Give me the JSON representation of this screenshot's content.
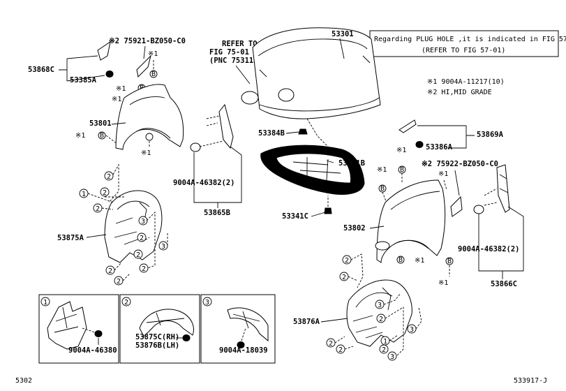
{
  "note": {
    "line1": "Regarding PLUG HOLE ,it is indicated in FIG 57-01",
    "line2": "(REFER TO FIG 57-01)"
  },
  "legend": {
    "mark1": "※1 9004A-11217(10)",
    "mark2": "※2 HI,MID GRADE"
  },
  "refer": {
    "line1": "REFER TO",
    "line2": "FIG 75-01",
    "line3": "(PNC 75311)"
  },
  "labels": {
    "p53301": "53301",
    "p53384B": "53384B",
    "p53341B": "53341B",
    "p53341C": "53341C",
    "p53868C": "53868C",
    "p53385A": "53385A",
    "p75921": "※2 75921-BZ050-C0",
    "p53801": "53801",
    "p9004A_left": "9004A-46382(2)",
    "p53865B": "53865B",
    "p53875A": "53875A",
    "p53869A": "53869A",
    "p53386A": "53386A",
    "p75922": "※2 75922-BZ050-C0",
    "p53802": "53802",
    "p9004A_right": "9004A-46382(2)",
    "p53866C": "53866C",
    "p53876A": "53876A"
  },
  "marks": {
    "m1": "※1",
    "b": "B"
  },
  "circled": {
    "c1": "1",
    "c2": "2",
    "c3": "3"
  },
  "detail": {
    "box1_num": "1",
    "box1_label": "9004A-46380",
    "box2_num": "2",
    "box2_label1": "53875C(RH)",
    "box2_label2": "53876B(LH)",
    "box3_num": "3",
    "box3_label": "9004A-18039"
  },
  "footer": {
    "left": "5302",
    "right": "533917-J"
  }
}
